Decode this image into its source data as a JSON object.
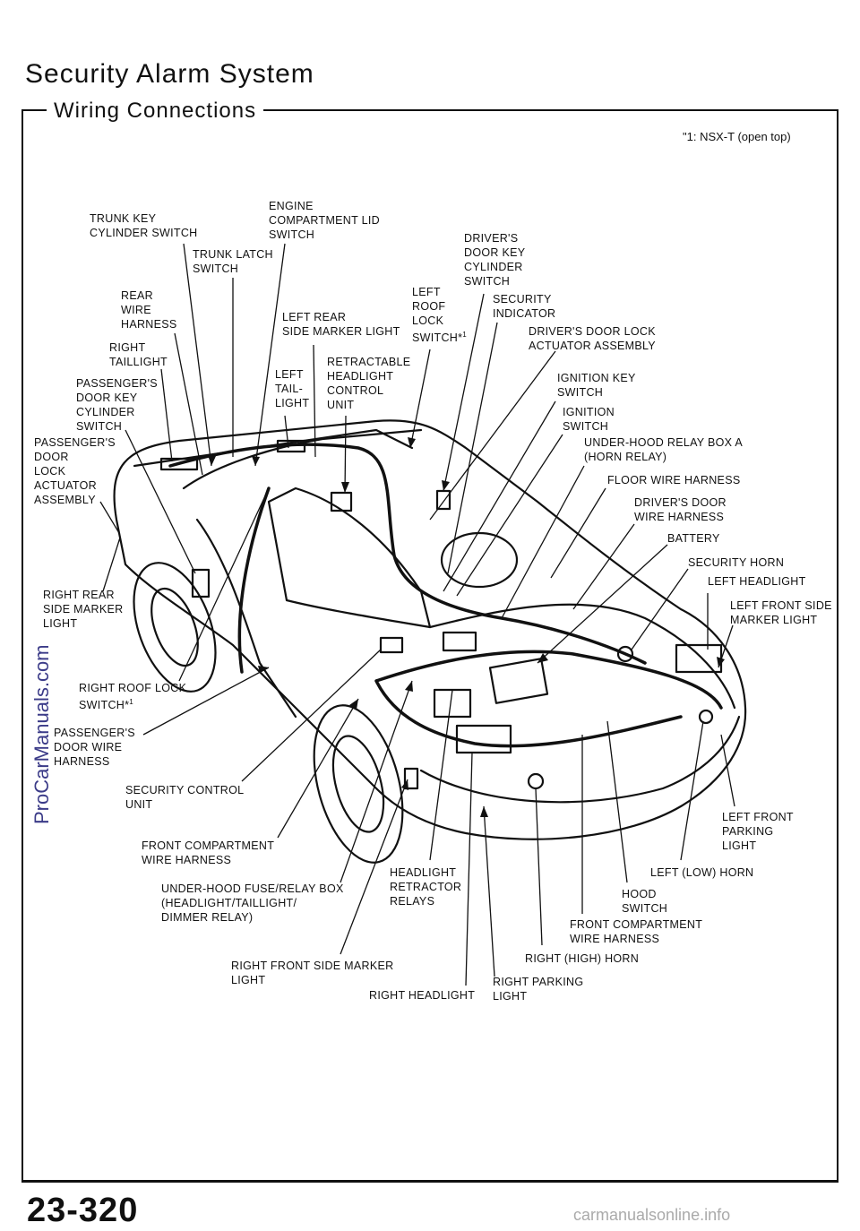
{
  "title": "Security Alarm System",
  "subtitle": "Wiring Connections",
  "note": "\"1: NSX-T (open top)",
  "page_number": "23-320",
  "footer": "carmanualsonline.info",
  "watermark": "ProCarManuals.com",
  "labels": {
    "trunk_key_cylinder_switch": "TRUNK KEY\nCYLINDER SWITCH",
    "engine_compartment_lid_switch": "ENGINE\nCOMPARTMENT LID\nSWITCH",
    "trunk_latch_switch": "TRUNK LATCH\nSWITCH",
    "drivers_door_key_cylinder_switch": "DRIVER'S\nDOOR KEY\nCYLINDER\nSWITCH",
    "rear_wire_harness": "REAR\nWIRE\nHARNESS",
    "left_roof_lock_switch": "LEFT\nROOF\nLOCK\nSWITCH*",
    "security_indicator": "SECURITY\nINDICATOR",
    "left_rear_side_marker_light": "LEFT REAR\nSIDE MARKER LIGHT",
    "drivers_door_lock_actuator": "DRIVER'S DOOR LOCK\nACTUATOR ASSEMBLY",
    "right_taillight": "RIGHT\nTAILLIGHT",
    "retractable_headlight_control_unit": "RETRACTABLE\nHEADLIGHT\nCONTROL\nUNIT",
    "left_taillight": "LEFT\nTAIL-\nLIGHT",
    "passengers_door_key_cylinder_switch": "PASSENGER'S\nDOOR KEY\nCYLINDER\nSWITCH",
    "ignition_key_switch": "IGNITION KEY\nSWITCH",
    "ignition_switch": "IGNITION\nSWITCH",
    "passengers_door_lock_actuator": "PASSENGER'S\nDOOR\nLOCK\nACTUATOR\nASSEMBLY",
    "under_hood_relay_box_a": "UNDER-HOOD RELAY BOX A\n(HORN RELAY)",
    "floor_wire_harness": "FLOOR WIRE HARNESS",
    "drivers_door_wire_harness": "DRIVER'S DOOR\nWIRE HARNESS",
    "battery": "BATTERY",
    "security_horn": "SECURITY HORN",
    "left_headlight": "LEFT HEADLIGHT",
    "right_rear_side_marker_light": "RIGHT REAR\nSIDE MARKER\nLIGHT",
    "left_front_side_marker_light": "LEFT FRONT SIDE\nMARKER LIGHT",
    "right_roof_lock_switch": "RIGHT ROOF LOCK\nSWITCH*",
    "passengers_door_wire_harness": "PASSENGER'S\nDOOR WIRE\nHARNESS",
    "security_control_unit": "SECURITY CONTROL\nUNIT",
    "left_front_parking_light": "LEFT FRONT\nPARKING\nLIGHT",
    "front_compartment_wire_harness_left": "FRONT COMPARTMENT\nWIRE HARNESS",
    "headlight_retractor_relays": "HEADLIGHT\nRETRACTOR\nRELAYS",
    "left_low_horn": "LEFT (LOW) HORN",
    "under_hood_fuse_relay_box": "UNDER-HOOD FUSE/RELAY BOX\n(HEADLIGHT/TAILLIGHT/\nDIMMER RELAY)",
    "hood_switch": "HOOD\nSWITCH",
    "front_compartment_wire_harness_right": "FRONT COMPARTMENT\nWIRE HARNESS",
    "right_high_horn": "RIGHT (HIGH) HORN",
    "right_front_side_marker_light": "RIGHT FRONT SIDE MARKER\nLIGHT",
    "right_parking_light": "RIGHT PARKING\nLIGHT",
    "right_headlight": "RIGHT HEADLIGHT",
    "footnote_mark": "1"
  }
}
